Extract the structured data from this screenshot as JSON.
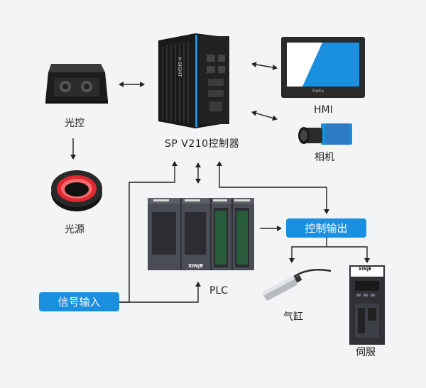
{
  "labels": {
    "controller": "SP V210控制器",
    "light_control": "光控",
    "light_source": "光源",
    "hmi": "HMI",
    "camera": "相机",
    "plc": "PLC",
    "cylinder": "气缸",
    "servo": "伺服"
  },
  "pills": {
    "control_output": "控制输出",
    "signal_input": "信号输入"
  },
  "device_text": {
    "controller_brand": "X-SIGHT",
    "plc_brand": "XINJE",
    "servo_brand": "XINJE",
    "hmi_brand": "Delta"
  },
  "colors": {
    "accent": "#1a8fe0",
    "background": "#f3f4f6",
    "ring_light": "#e0282e"
  }
}
